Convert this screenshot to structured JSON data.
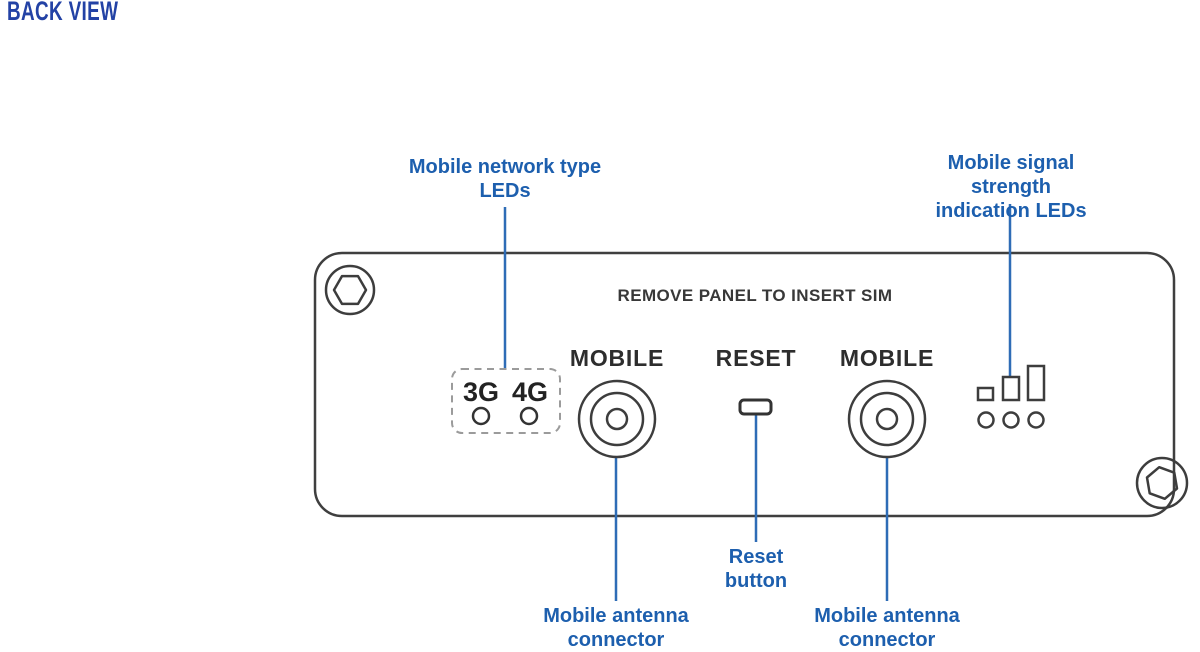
{
  "page_title": "BACK VIEW",
  "panel": {
    "heading": "REMOVE PANEL TO INSERT SIM",
    "ports": {
      "mobile_left": "MOBILE",
      "reset": "RESET",
      "mobile_right": "MOBILE"
    },
    "network_leds": {
      "labels": [
        "3G",
        "4G"
      ]
    },
    "signal_leds": {
      "bar_count": 3,
      "led_count": 3
    }
  },
  "callouts": {
    "network_type": "Mobile network type\nLEDs",
    "signal_strength": "Mobile signal strength\nindication LEDs",
    "reset_button": "Reset\nbutton",
    "antenna_left": "Mobile antenna\nconnector",
    "antenna_right": "Mobile antenna\nconnector"
  },
  "icons": {
    "screw_top_left": "hex-screw-icon",
    "screw_bottom_right": "hex-screw-icon",
    "antenna_connector": "coax-connector-icon",
    "signal_strength": "signal-bars-icon",
    "network_led": "led-circle-icon"
  },
  "colors": {
    "title_navy": "#2342a5",
    "label_blue": "#1d5fae",
    "callout_line_blue": "#2e6cb6",
    "outline_gray": "#3d3d3d",
    "dashed_box_gray": "#9b9b9b",
    "panel_text_dark": "#2d2d2d",
    "background": "#ffffff"
  }
}
